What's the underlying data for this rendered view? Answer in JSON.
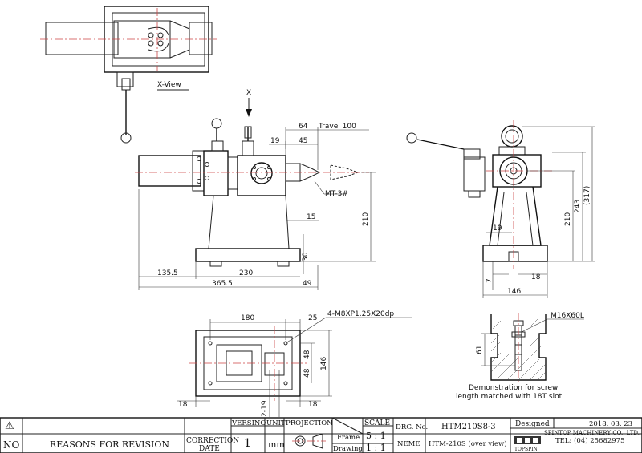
{
  "views": {
    "x_view_label": "X-View",
    "x_arrow_label": "X"
  },
  "dimensions": {
    "d64": "64",
    "travel": "Travel 100",
    "d19": "19",
    "d45": "45",
    "mt": "MT-3#",
    "d15": "15",
    "d210": "210",
    "d30": "30",
    "d135_5": "135.5",
    "d230": "230",
    "d365_5": "365.5",
    "d49": "49",
    "r19": "19",
    "r7": "7",
    "r18": "18",
    "r146": "146",
    "r210": "210",
    "r243": "243",
    "r317": "(317)",
    "b180": "180",
    "b25": "25",
    "thread": "4-M8XP1.25X20dp",
    "b48a": "48",
    "b48b": "48",
    "b146": "146",
    "b18l": "18",
    "b18r": "18",
    "b2_19": "2-19",
    "screw": "M16X60L",
    "s61": "61",
    "demo_line1": "Demonstration for screw",
    "demo_line2": "length matched with 18T slot"
  },
  "title_block": {
    "warn_symbol": "⚠",
    "no": "NO",
    "reasons": "REASONS FOR REVISION",
    "correction": "CORRECTION",
    "date": "DATE",
    "version_h": "VERSINO",
    "unit_h": "UNIT",
    "projection_h": "PROJECTION",
    "version_v": "1",
    "unit_v": "mm",
    "frame_h": "Frame",
    "drawing_h": "Drawing",
    "scale_h": "SCALE",
    "scale_frame": "5 : 1",
    "scale_drawing": "1 : 1",
    "drg_no_h": "DRG. No.",
    "drg_no": "HTM210S8-3",
    "name_h": "NEME",
    "name_v": "HTM-210S (over view)",
    "designed_h": "Designed",
    "designed_date": "2018. 03. 23",
    "company": "SPINTOP MACHINERY CO., LTD.",
    "tel": "TEL: (04) 25682975",
    "logo_text": "TOPSPIN"
  }
}
